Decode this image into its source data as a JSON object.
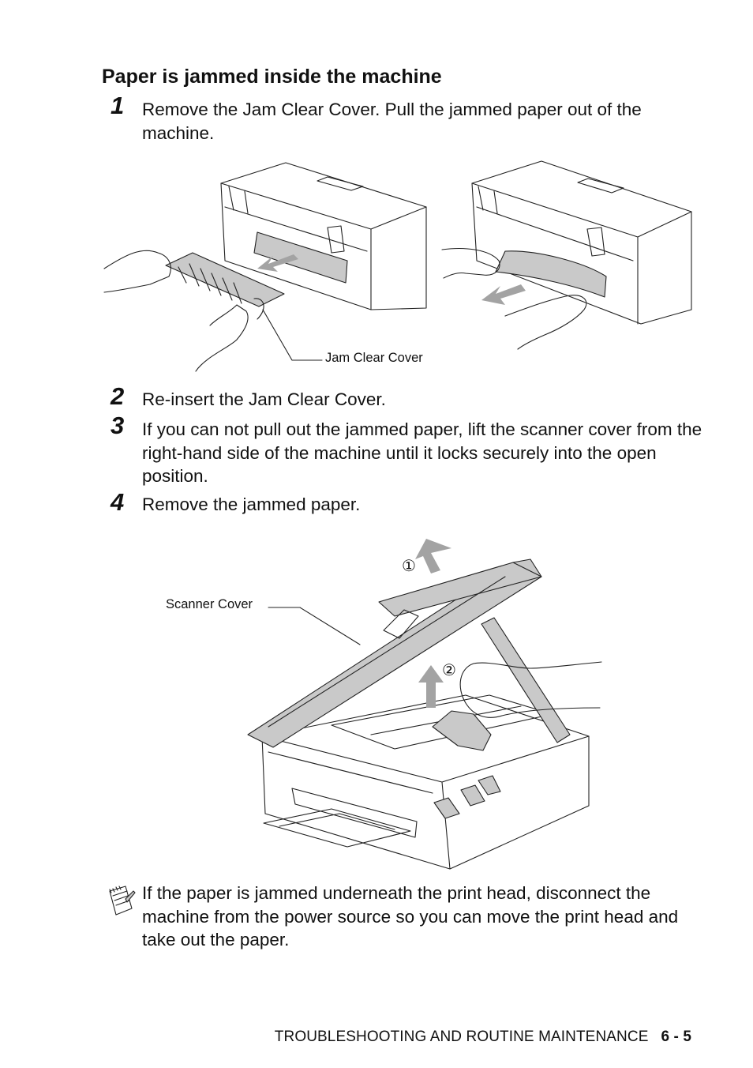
{
  "section": {
    "title": "Paper is jammed inside the machine"
  },
  "steps": [
    {
      "number": "1",
      "text": "Remove the Jam Clear Cover. Pull the jammed paper out of the machine."
    },
    {
      "number": "2",
      "text": "Re-insert the Jam Clear Cover."
    },
    {
      "number": "3",
      "text": "If you can not pull out the jammed paper, lift the scanner cover from the right-hand side of the machine until it locks securely into the open position."
    },
    {
      "number": "4",
      "text": "Remove the jammed paper."
    }
  ],
  "figures": {
    "figure1": {
      "callout": "Jam Clear Cover"
    },
    "figure2": {
      "callout": "Scanner Cover",
      "marker1": "①",
      "marker2": "②"
    }
  },
  "note": {
    "icon": "note-pad-icon",
    "text": "If the paper is jammed underneath the print head, disconnect the machine from the power source so you can move the print head and take out the paper."
  },
  "footer": {
    "section": "TROUBLESHOOTING AND ROUTINE MAINTENANCE",
    "page": "6 - 5"
  }
}
